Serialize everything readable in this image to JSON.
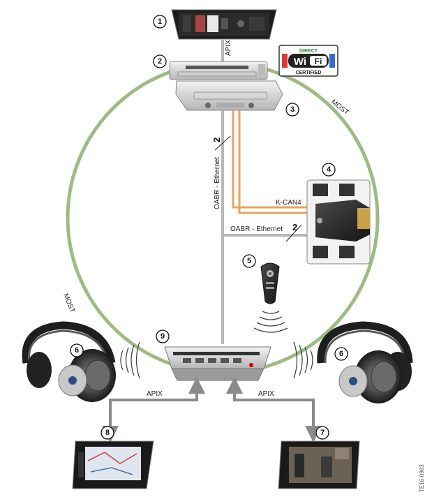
{
  "connections": {
    "apix_top": "APIX",
    "most_right": "MOST",
    "most_left": "MOST",
    "oabr_vertical": "OABR - Ethernet",
    "oabr_vertical_count": "2",
    "kcan": "K-CAN4",
    "oabr_horizontal": "OABR - Ethernet",
    "oabr_horizontal_count": "2",
    "apix_left": "APIX",
    "apix_right": "APIX"
  },
  "components": [
    {
      "number": "1",
      "name": "central-display"
    },
    {
      "number": "2",
      "name": "head-unit"
    },
    {
      "number": "3",
      "name": "controller-panel"
    },
    {
      "number": "4",
      "name": "wifi-module"
    },
    {
      "number": "5",
      "name": "remote-control"
    },
    {
      "number": "6",
      "name": "wireless-headphones"
    },
    {
      "number": "7",
      "name": "rear-display-right"
    },
    {
      "number": "8",
      "name": "rear-display-left"
    },
    {
      "number": "9",
      "name": "rear-entertainment-unit"
    }
  ],
  "wifi_logo": {
    "top": "DIRECT",
    "main_wi": "Wi",
    "main_fi": "Fi",
    "bottom": "CERTIFIED"
  },
  "figure_id": "TE16-0983",
  "colors": {
    "most_ring": "#9dbb82",
    "kcan": "#e8a45c",
    "ethernet": "#b8b8b8",
    "apix_arrow": "#8a8a8a"
  }
}
